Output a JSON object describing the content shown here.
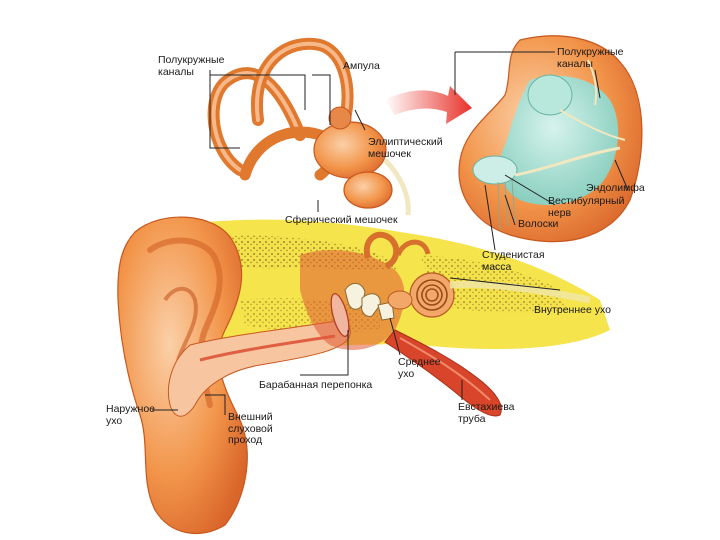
{
  "labels": {
    "canals_left": "Полукружные\nканалы",
    "ampulla": "Ампула",
    "utricle": "Эллиптический\nмешочек",
    "saccule": "Сферический мешочек",
    "canals_right": "Полукружные\nканалы",
    "endolymph": "Эндолимфа",
    "vestibular_nerve": "Вестибулярный\nнерв",
    "hairs": "Волоски",
    "gelatinous_mass": "Студенистая\nмасса",
    "inner_ear": "Внутреннее ухо",
    "middle_ear": "Среднее\nухо",
    "eardrum": "Барабанная перепонка",
    "outer_ear": "Наружное\nухо",
    "ear_canal": "Внешний\nслуховой\nпроход",
    "eustachian_tube": "Евстахиева\nтруба"
  },
  "colors": {
    "flesh": "#f08a3c",
    "flesh_light": "#f7b98a",
    "bone_yellow": "#f3e24a",
    "bone_dots": "#8a6a2a",
    "canal_orange": "#e0782e",
    "endolymph_blue": "#9fdcd0",
    "arrow_red": "#e8322a",
    "red_tissue": "#d8452a"
  }
}
